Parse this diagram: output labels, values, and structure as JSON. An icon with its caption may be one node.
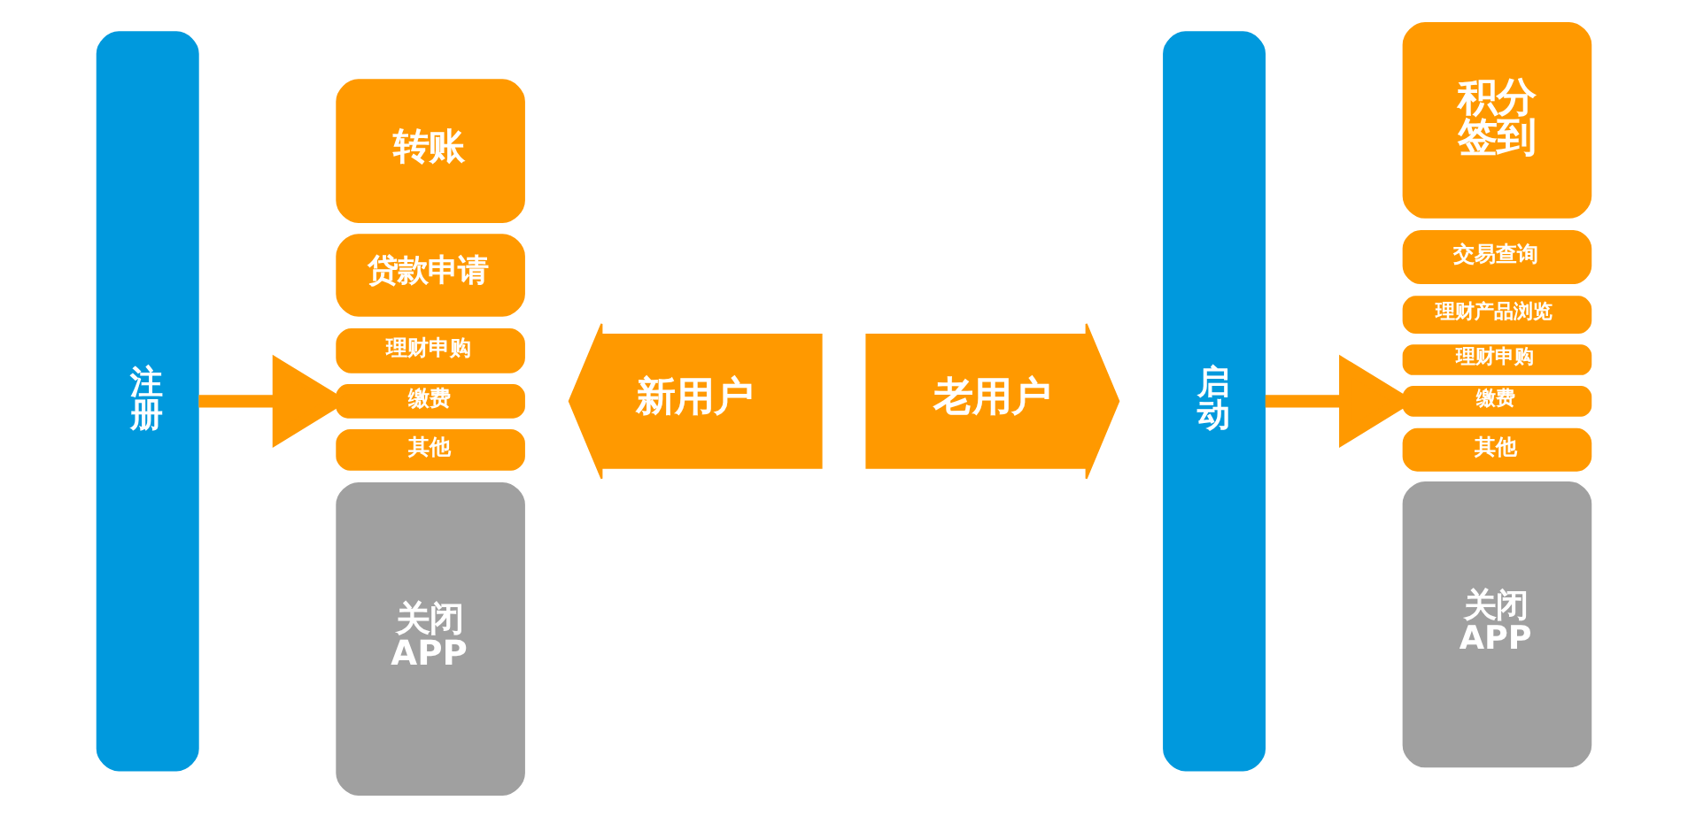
{
  "diagram": {
    "nodes": [
      {
        "text": [
          "注册"
        ]
      },
      {
        "text": [
          "转账"
        ]
      },
      {
        "text": [
          "贷款申请"
        ]
      },
      {
        "text": [
          "理财申购"
        ]
      },
      {
        "text": [
          "缴费"
        ]
      },
      {
        "text": [
          "其他"
        ]
      },
      {
        "text": [
          "关闭APP"
        ]
      },
      {
        "text": [
          "新用户"
        ]
      },
      {
        "text": [
          "老用户"
        ]
      },
      {
        "text": [
          "启动"
        ]
      },
      {
        "text": [
          "积分签到"
        ]
      },
      {
        "text": [
          "交易查询"
        ]
      },
      {
        "text": [
          "理财产品浏览"
        ]
      },
      {
        "text": [
          "理财申购"
        ]
      },
      {
        "text": [
          "缴费"
        ]
      },
      {
        "text": [
          "其他"
        ]
      },
      {
        "text": [
          "关闭APP"
        ]
      }
    ],
    "edges": [
      {
        "from": 0,
        "to": 4,
        "arrow": "to"
      },
      {
        "from": 9,
        "to": 14,
        "arrow": "to"
      }
    ]
  }
}
